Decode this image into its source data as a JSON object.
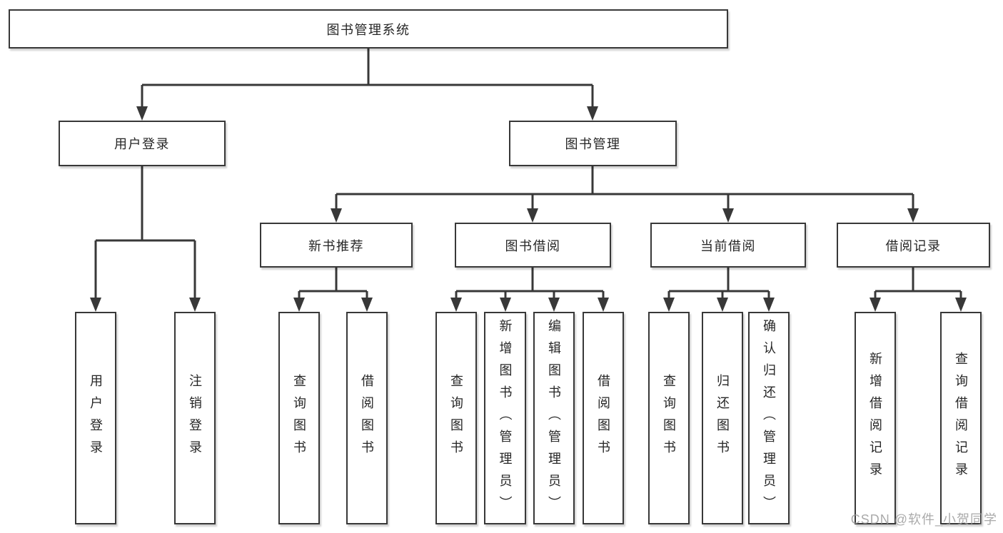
{
  "colors": {
    "line": "#383838",
    "box_background": "#ffffff",
    "text": "#262626",
    "watermark_text": "#9c9c9c"
  },
  "tree": {
    "root": {
      "label": "图书管理系统"
    },
    "branches": [
      {
        "label": "用户登录",
        "leaves": [
          {
            "label": "用户登录"
          },
          {
            "label": "注销登录"
          }
        ]
      },
      {
        "label": "图书管理",
        "sections": [
          {
            "label": "新书推荐",
            "leaves": [
              {
                "label": "查询图书"
              },
              {
                "label": "借阅图书"
              }
            ]
          },
          {
            "label": "图书借阅",
            "leaves": [
              {
                "label": "查询图书"
              },
              {
                "label": "新增图书（管理员）"
              },
              {
                "label": "编辑图书（管理员）"
              },
              {
                "label": "借阅图书"
              }
            ]
          },
          {
            "label": "当前借阅",
            "leaves": [
              {
                "label": "查询图书"
              },
              {
                "label": "归还图书"
              },
              {
                "label": "确认归还（管理员）"
              }
            ]
          },
          {
            "label": "借阅记录",
            "leaves": [
              {
                "label": "新增借阅记录"
              },
              {
                "label": "查询借阅记录"
              }
            ]
          }
        ]
      }
    ]
  },
  "watermark": {
    "text": "CSDN @软件_小贺同学"
  }
}
